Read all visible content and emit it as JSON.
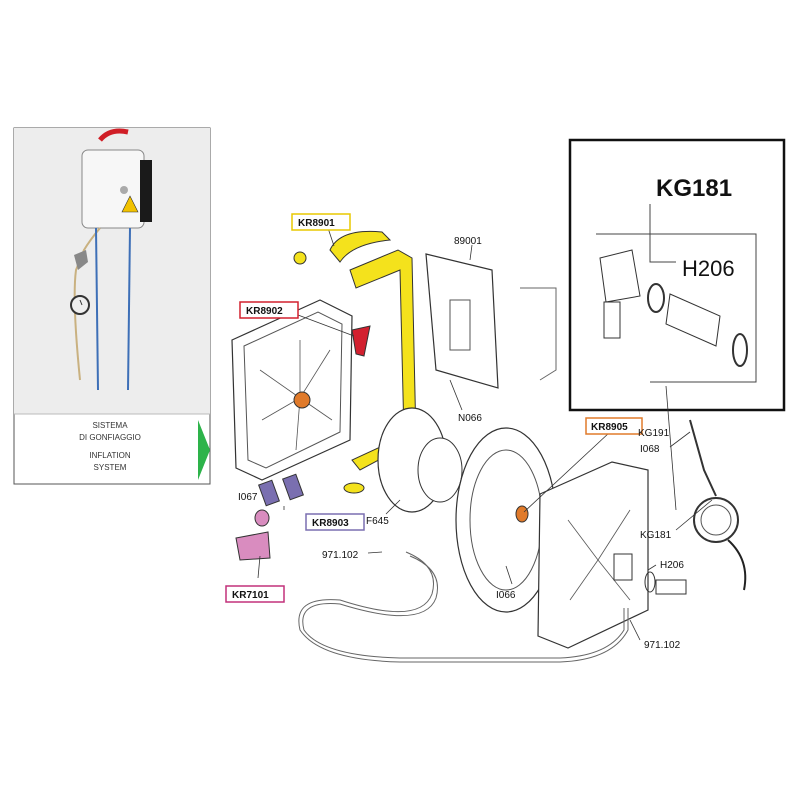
{
  "panel": {
    "caption_it_1": "SISTEMA",
    "caption_it_2": "DI GONFIAGGIO",
    "caption_en_1": "INFLATION",
    "caption_en_2": "SYSTEM"
  },
  "callout": {
    "title": "KG181",
    "part": "H206"
  },
  "labels": {
    "kr8901": "KR8901",
    "kr8902": "KR8902",
    "kr8903": "KR8903",
    "kr7101": "KR7101",
    "kr8905": "KR8905",
    "p89001": "89001",
    "n066": "N066",
    "i067": "I067",
    "f645": "F645",
    "p971a": "971.102",
    "p971b": "971.102",
    "i066": "I066",
    "kg191": "KG191",
    "i068": "I068",
    "kg181": "KG181",
    "h206": "H206"
  },
  "colors": {
    "kr8901": "#e8c800",
    "kr8902": "#d2202f",
    "kr8903": "#7a6fb0",
    "kr7101": "#c2307a",
    "kr8905": "#e07a2a",
    "highlight_yellow": "#f4e21c",
    "arrow_green": "#2db34a"
  }
}
